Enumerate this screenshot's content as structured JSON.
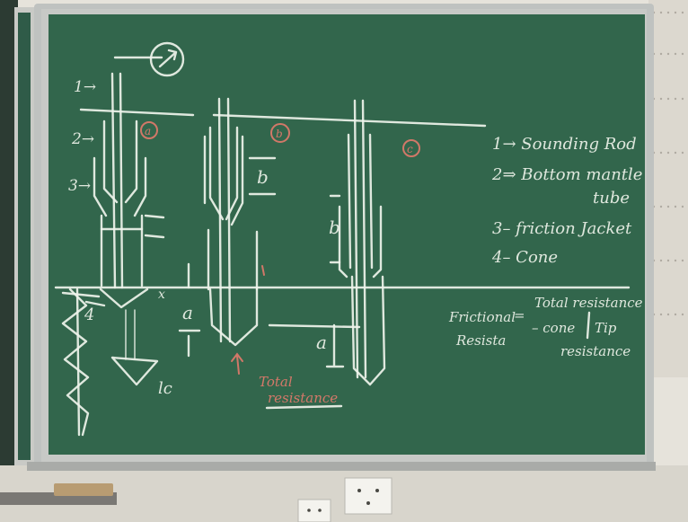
{
  "legend": {
    "item1": "1→ Sounding Rod",
    "item2": "2⇒ Bottom mantle",
    "item2b": "tube",
    "item3": "3– friction Jacket",
    "item4": "4– Cone"
  },
  "diagram_labels": {
    "one": "1→",
    "two": "2→",
    "three": "3→",
    "four": "4",
    "a_left": "a",
    "a_right": "a",
    "b_mid": "b",
    "b_right": "b",
    "x_left": "x",
    "lc": "lc",
    "circle_a": "a",
    "circle_b": "b",
    "circle_c": "c"
  },
  "equation": {
    "lhs_line1": "Frictional",
    "lhs_line2": "Resista",
    "eq_sign": "=",
    "rhs_top": "Total resistance",
    "rhs_minus": "– cone",
    "rhs_tip": "Tip",
    "rhs_bottom": "resistance"
  },
  "note": {
    "line1": "Total",
    "line2": "resistance"
  }
}
